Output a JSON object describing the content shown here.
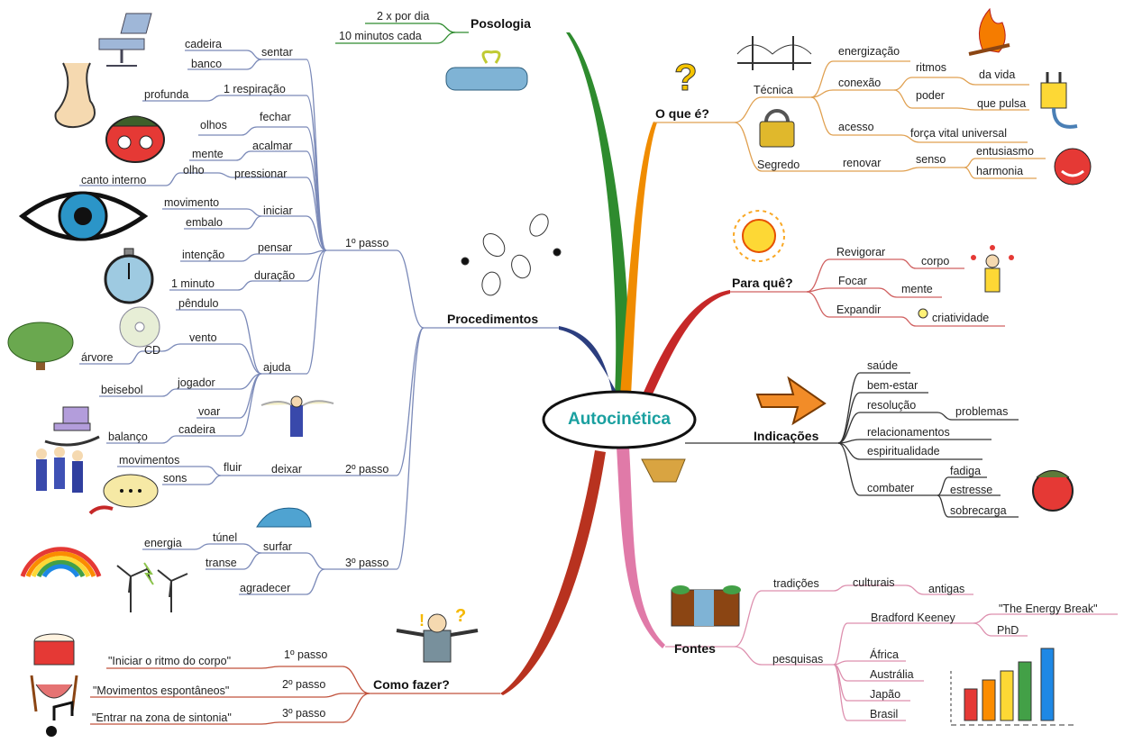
{
  "center": {
    "label": "Autocinética",
    "color": "#1aa0a0"
  },
  "colors": {
    "posologia": "#2e8b2e",
    "procedimentos": "#2c3e7f",
    "como_fazer": "#b8321f",
    "o_que_e": "#f08c00",
    "para_que": "#c62828",
    "indicacoes": "#222222",
    "fontes": "#e07aa8",
    "thin_left": "#7a89b8",
    "thin_oque": "#e0a050",
    "thin_para": "#d06060",
    "thin_fontes": "#dd8fae",
    "thin_como": "#c0503a"
  },
  "posologia": {
    "title": "Posologia",
    "items": [
      "2 x por dia",
      "10 minutos cada"
    ]
  },
  "procedimentos": {
    "title": "Procedimentos",
    "passo1": {
      "label": "1º passo",
      "sentar": {
        "label": "sentar",
        "items": [
          "cadeira",
          "banco"
        ]
      },
      "respiracao": {
        "label": "1 respiração",
        "item": "profunda"
      },
      "fechar": {
        "label": "fechar",
        "item": "olhos"
      },
      "acalmar": {
        "label": "acalmar",
        "item": "mente"
      },
      "pressionar": {
        "label": "pressionar",
        "item": "olho",
        "sub": "canto interno"
      },
      "iniciar": {
        "label": "iniciar",
        "items": [
          "movimento",
          "embalo"
        ]
      },
      "pensar": {
        "label": "pensar",
        "item": "intenção"
      },
      "duracao": {
        "label": "duração",
        "item": "1 minuto"
      },
      "ajuda": {
        "label": "ajuda",
        "pendulo": "pêndulo",
        "cd": "CD",
        "vento": "vento",
        "arvore": "árvore",
        "jogador": "jogador",
        "beisebol": "beisebol",
        "voar": "voar",
        "cadeira": "cadeira",
        "balanco": "balanço"
      }
    },
    "passo2": {
      "label": "2º passo",
      "deixar": "deixar",
      "fluir": "fluir",
      "items": [
        "movimentos",
        "sons"
      ]
    },
    "passo3": {
      "label": "3º passo",
      "surfar": "surfar",
      "tunel": "túnel",
      "energia": "energia",
      "transe": "transe",
      "agradecer": "agradecer"
    }
  },
  "como_fazer": {
    "title": "Como fazer?",
    "steps": [
      {
        "label": "1º passo",
        "quote": "\"Iniciar o ritmo do corpo\""
      },
      {
        "label": "2º passo",
        "quote": "\"Movimentos espontâneos\""
      },
      {
        "label": "3º passo",
        "quote": "\"Entrar na zona de sintonia\""
      }
    ]
  },
  "o_que_e": {
    "title": "O que é?",
    "tecnica": "Técnica",
    "energizacao": "energização",
    "conexao": "conexão",
    "ritmos": "ritmos",
    "da_vida": "da vida",
    "poder": "poder",
    "que_pulsa": "que pulsa",
    "acesso": "acesso",
    "forca_vital": "força vital universal",
    "segredo": "Segredo",
    "renovar": "renovar",
    "senso": "senso",
    "entusiasmo": "entusiasmo",
    "harmonia": "harmonia"
  },
  "para_que": {
    "title": "Para quê?",
    "items": [
      {
        "verb": "Revigorar",
        "obj": "corpo"
      },
      {
        "verb": "Focar",
        "obj": "mente"
      },
      {
        "verb": "Expandir",
        "obj": "criatividade"
      }
    ]
  },
  "indicacoes": {
    "title": "Indicações",
    "items": [
      "saúde",
      "bem-estar",
      "resolução",
      "relacionamentos",
      "espiritualidade",
      "combater"
    ],
    "problemas": "problemas",
    "combater_items": [
      "fadiga",
      "estresse",
      "sobrecarga"
    ]
  },
  "fontes": {
    "title": "Fontes",
    "tradicoes": "tradições",
    "culturais": "culturais",
    "antigas": "antigas",
    "pesquisas": "pesquisas",
    "bradford": "Bradford Keeney",
    "energy_break": "\"The Energy Break\"",
    "phd": "PhD",
    "paises": [
      "África",
      "Austrália",
      "Japão",
      "Brasil"
    ]
  }
}
